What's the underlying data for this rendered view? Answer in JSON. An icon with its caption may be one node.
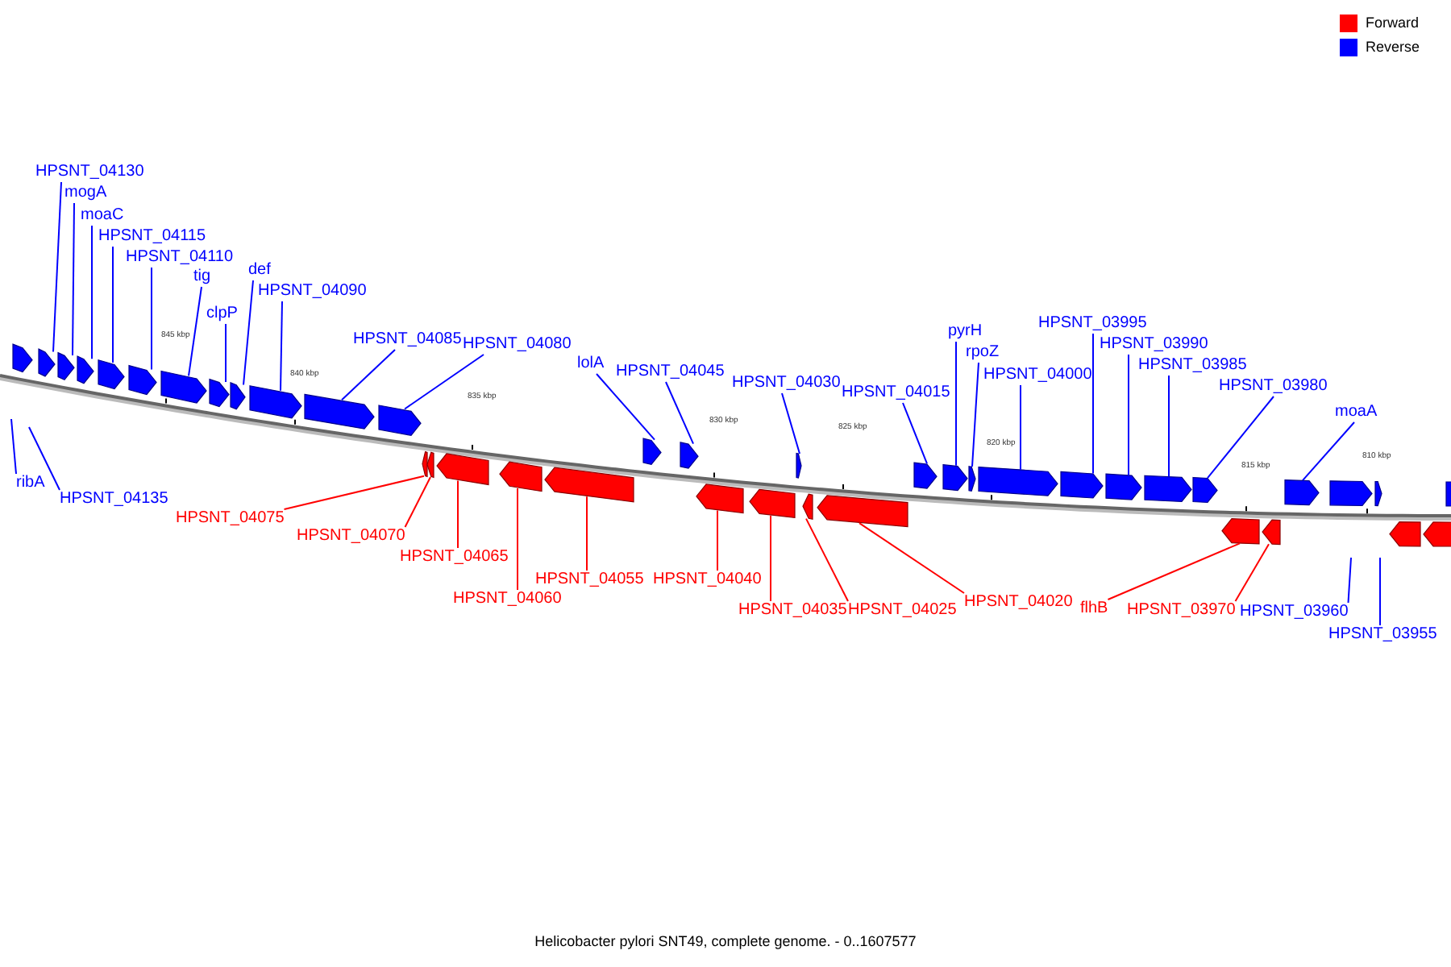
{
  "diagram": {
    "caption": "Helicobacter pylori SNT49, complete genome. - 0..1607577",
    "nodes": [
      {
        "text": [
          "HPSNT_04130"
        ]
      },
      {
        "text": [
          "mogA"
        ]
      },
      {
        "text": [
          "moaC"
        ]
      },
      {
        "text": [
          "HPSNT_04115"
        ]
      },
      {
        "text": [
          "HPSNT_04110"
        ]
      },
      {
        "text": [
          "tig"
        ]
      },
      {
        "text": [
          "clpP"
        ]
      },
      {
        "text": [
          "def"
        ]
      },
      {
        "text": [
          "HPSNT_04090"
        ]
      },
      {
        "text": [
          "HPSNT_04085"
        ]
      },
      {
        "text": [
          "HPSNT_04080"
        ]
      },
      {
        "text": [
          "lolA"
        ]
      },
      {
        "text": [
          "HPSNT_04045"
        ]
      },
      {
        "text": [
          "HPSNT_04030"
        ]
      },
      {
        "text": [
          "HPSNT_04015"
        ]
      },
      {
        "text": [
          "pyrH"
        ]
      },
      {
        "text": [
          "rpoZ"
        ]
      },
      {
        "text": [
          "HPSNT_04000"
        ]
      },
      {
        "text": [
          "HPSNT_03995"
        ]
      },
      {
        "text": [
          "HPSNT_03990"
        ]
      },
      {
        "text": [
          "HPSNT_03985"
        ]
      },
      {
        "text": [
          "HPSNT_03980"
        ]
      },
      {
        "text": [
          "moaA"
        ]
      },
      {
        "text": [
          "ribA"
        ]
      },
      {
        "text": [
          "HPSNT_04135"
        ]
      },
      {
        "text": [
          "HPSNT_04075"
        ]
      },
      {
        "text": [
          "HPSNT_04070"
        ]
      },
      {
        "text": [
          "HPSNT_04065"
        ]
      },
      {
        "text": [
          "HPSNT_04060"
        ]
      },
      {
        "text": [
          "HPSNT_04055"
        ]
      },
      {
        "text": [
          "HPSNT_04040"
        ]
      },
      {
        "text": [
          "HPSNT_04035"
        ]
      },
      {
        "text": [
          "HPSNT_04025"
        ]
      },
      {
        "text": [
          "HPSNT_04020"
        ]
      },
      {
        "text": [
          "flhB"
        ]
      },
      {
        "text": [
          "HPSNT_03970"
        ]
      },
      {
        "text": [
          "HPSNT_03960"
        ]
      },
      {
        "text": [
          "HPSNT_03955"
        ]
      },
      {
        "text": [],
        "shape": "arrow"
      },
      {
        "text": [],
        "shape": "arrow"
      },
      {
        "text": [],
        "shape": "arrow"
      },
      {
        "text": [],
        "shape": "arrow"
      },
      {
        "text": [],
        "shape": "arrow"
      },
      {
        "text": [],
        "shape": "arrow"
      },
      {
        "text": [],
        "shape": "arrow"
      },
      {
        "text": [],
        "shape": "arrow"
      },
      {
        "text": [],
        "shape": "arrow"
      },
      {
        "text": [],
        "shape": "arrow"
      },
      {
        "text": [],
        "shape": "arrow"
      },
      {
        "text": [],
        "shape": "arrow"
      },
      {
        "text": [],
        "shape": "arrow"
      },
      {
        "text": [],
        "shape": "arrow"
      },
      {
        "text": [],
        "shape": "arrow"
      },
      {
        "text": [],
        "shape": "arrow"
      },
      {
        "text": [],
        "shape": "arrow"
      },
      {
        "text": [],
        "shape": "arrow"
      },
      {
        "text": [],
        "shape": "arrow"
      },
      {
        "text": [],
        "shape": "arrow"
      },
      {
        "text": [],
        "shape": "arrow"
      },
      {
        "text": [],
        "shape": "arrow"
      },
      {
        "text": [],
        "shape": "arrow"
      },
      {
        "text": [],
        "shape": "arrow"
      },
      {
        "text": [],
        "shape": "arrow"
      },
      {
        "text": [],
        "shape": "arrow"
      },
      {
        "text": [],
        "shape": "arrow"
      },
      {
        "text": [],
        "shape": "arrow"
      },
      {
        "text": [],
        "shape": "arrow"
      },
      {
        "text": [],
        "shape": "arrow"
      },
      {
        "text": [],
        "shape": "arrow"
      },
      {
        "text": [],
        "shape": "arrow"
      },
      {
        "text": [],
        "shape": "arrow"
      },
      {
        "text": [],
        "shape": "arrow"
      },
      {
        "text": [],
        "shape": "arrow"
      },
      {
        "text": [],
        "shape": "arrow"
      },
      {
        "text": [],
        "shape": "arrow"
      },
      {
        "text": [],
        "shape": "arrow"
      },
      {
        "text": [],
        "shape": "arrow"
      },
      {
        "text": [],
        "shape": "arrow"
      }
    ],
    "edges": [
      {
        "from": 0,
        "to": 39,
        "arrow": "none"
      },
      {
        "from": 1,
        "to": 40,
        "arrow": "none"
      },
      {
        "from": 2,
        "to": 41,
        "arrow": "none"
      },
      {
        "from": 3,
        "to": 42,
        "arrow": "none"
      },
      {
        "from": 4,
        "to": 43,
        "arrow": "none"
      },
      {
        "from": 5,
        "to": 44,
        "arrow": "none"
      },
      {
        "from": 6,
        "to": 45,
        "arrow": "none"
      },
      {
        "from": 7,
        "to": 46,
        "arrow": "none"
      },
      {
        "from": 8,
        "to": 47,
        "arrow": "none"
      },
      {
        "from": 9,
        "to": 48,
        "arrow": "none"
      },
      {
        "from": 10,
        "to": 49,
        "arrow": "none"
      },
      {
        "from": 11,
        "to": 55,
        "arrow": "none"
      },
      {
        "from": 12,
        "to": 56,
        "arrow": "none"
      },
      {
        "from": 13,
        "to": 59,
        "arrow": "none"
      },
      {
        "from": 14,
        "to": 62,
        "arrow": "none"
      },
      {
        "from": 15,
        "to": 63,
        "arrow": "none"
      },
      {
        "from": 16,
        "to": 64,
        "arrow": "none"
      },
      {
        "from": 17,
        "to": 65,
        "arrow": "none"
      },
      {
        "from": 18,
        "to": 66,
        "arrow": "none"
      },
      {
        "from": 19,
        "to": 67,
        "arrow": "none"
      },
      {
        "from": 20,
        "to": 68,
        "arrow": "none"
      },
      {
        "from": 21,
        "to": 69,
        "arrow": "none"
      },
      {
        "from": 22,
        "to": 72,
        "arrow": "none"
      },
      {
        "from": 23,
        "to": null,
        "arrow": "none"
      },
      {
        "from": 24,
        "to": null,
        "arrow": "none"
      },
      {
        "from": 25,
        "to": 50,
        "arrow": "none",
        "color": "#ff0000"
      },
      {
        "from": 26,
        "to": 51,
        "arrow": "none",
        "color": "#ff0000"
      },
      {
        "from": 27,
        "to": 52,
        "arrow": "none",
        "color": "#ff0000"
      },
      {
        "from": 28,
        "to": 53,
        "arrow": "none",
        "color": "#ff0000"
      },
      {
        "from": 29,
        "to": 54,
        "arrow": "none",
        "color": "#ff0000"
      },
      {
        "from": 30,
        "to": 57,
        "arrow": "none",
        "color": "#ff0000"
      },
      {
        "from": 31,
        "to": 58,
        "arrow": "none",
        "color": "#ff0000"
      },
      {
        "from": 32,
        "to": 60,
        "arrow": "none",
        "color": "#ff0000"
      },
      {
        "from": 33,
        "to": 61,
        "arrow": "none",
        "color": "#ff0000"
      },
      {
        "from": 34,
        "to": 70,
        "arrow": "none",
        "color": "#ff0000"
      },
      {
        "from": 35,
        "to": 71,
        "arrow": "none",
        "color": "#ff0000"
      },
      {
        "from": 36,
        "to": null,
        "arrow": "none"
      },
      {
        "from": 37,
        "to": null,
        "arrow": "none"
      }
    ],
    "labels": [
      "845 kbp",
      "840 kbp",
      "835 kbp",
      "830 kbp",
      "825 kbp",
      "820 kbp",
      "815 kbp",
      "810 kbp"
    ],
    "legend": [
      {
        "text": "Forward",
        "color": "#ff0000"
      },
      {
        "text": "Reverse",
        "color": "#0000ff"
      }
    ]
  }
}
